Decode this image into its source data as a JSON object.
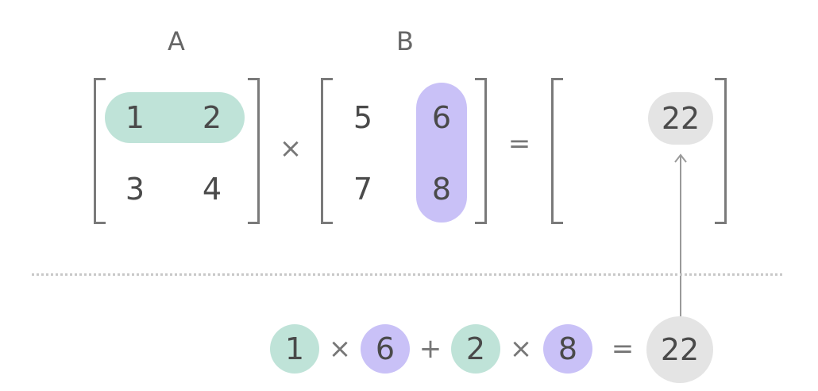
{
  "matrix_a": {
    "label": "A",
    "cells": [
      "1",
      "2",
      "3",
      "4"
    ]
  },
  "matrix_b": {
    "label": "B",
    "cells": [
      "5",
      "6",
      "7",
      "8"
    ]
  },
  "operators": {
    "times": "×",
    "equals": "=",
    "plus": "+"
  },
  "result": {
    "value": "22"
  },
  "equation": {
    "terms": [
      "1",
      "6",
      "2",
      "8"
    ],
    "result": "22"
  },
  "colors": {
    "row_highlight": "#bfe3d8",
    "column_highlight": "#c9c1f7",
    "result_circle": "#e4e4e4"
  }
}
